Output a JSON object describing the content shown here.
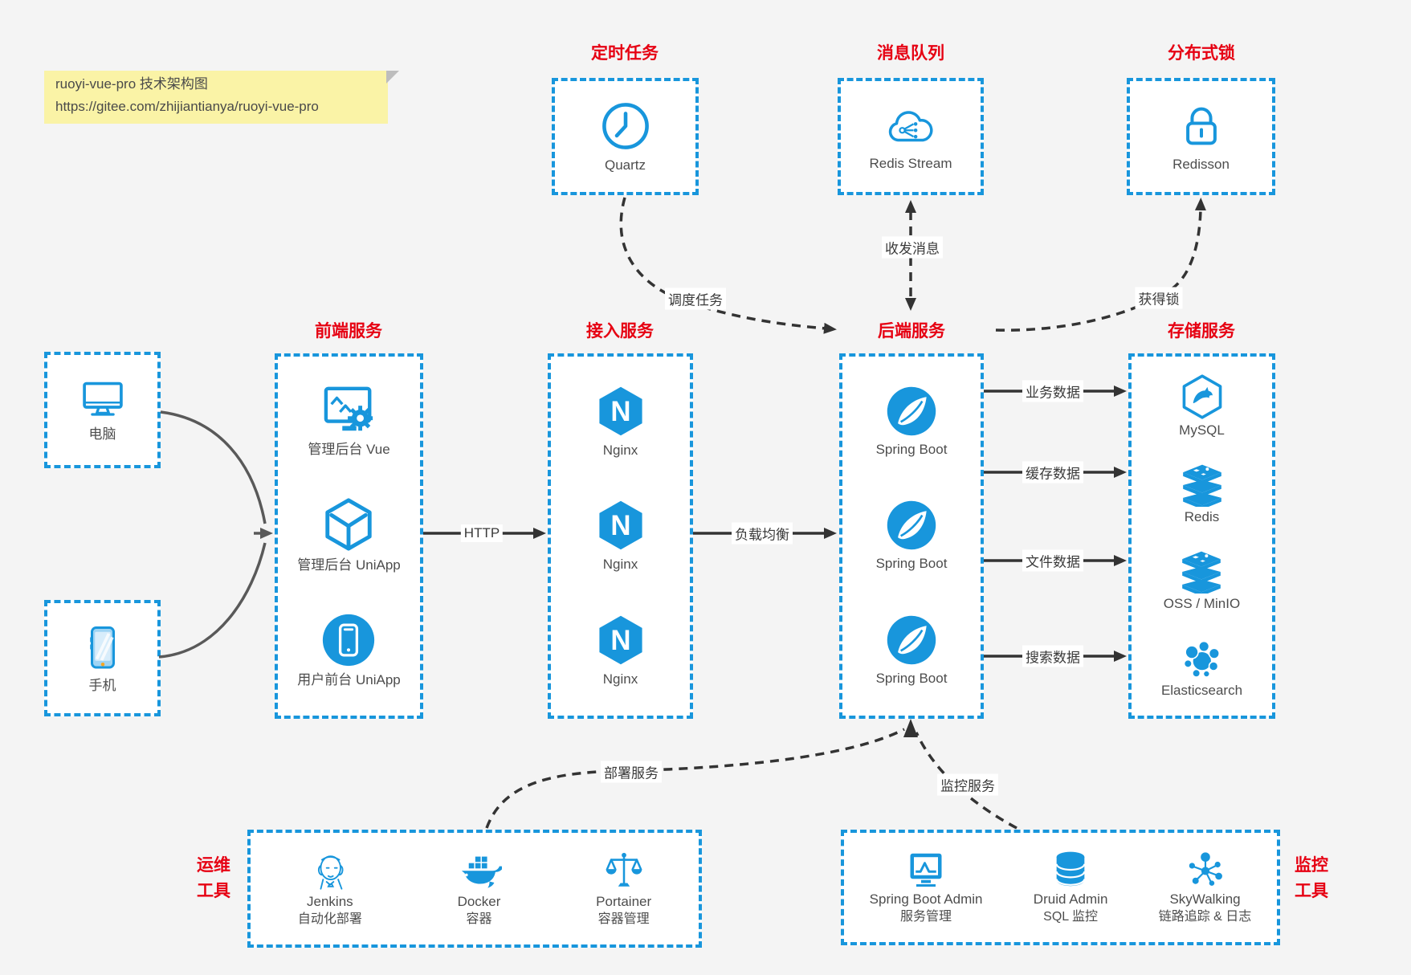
{
  "title_note": {
    "line1": "ruoyi-vue-pro 技术架构图",
    "line2": "https://gitee.com/zhijiantianya/ruoyi-vue-pro"
  },
  "colors": {
    "accent": "#1896dc",
    "title_red": "#e60012",
    "arrow_dark": "#333333",
    "client_arrow_gray": "#595959",
    "note_bg": "#faf3a6",
    "canvas_bg": "#f4f4f4",
    "box_bg": "#ffffff"
  },
  "groups": {
    "scheduler": {
      "title": "定时任务",
      "item": {
        "label": "Quartz",
        "icon": "clock-icon"
      }
    },
    "mq": {
      "title": "消息队列",
      "item": {
        "label": "Redis Stream",
        "icon": "cloud-stream-icon"
      }
    },
    "lock": {
      "title": "分布式锁",
      "item": {
        "label": "Redisson",
        "icon": "lock-icon"
      }
    },
    "clients": {
      "computer_label": "电脑",
      "phone_label": "手机"
    },
    "frontend": {
      "title": "前端服务",
      "items": [
        {
          "label": "管理后台 Vue",
          "icon": "admin-vue-monitor-gear-icon"
        },
        {
          "label": "管理后台 UniApp",
          "icon": "uniapp-cube-icon"
        },
        {
          "label": "用户前台 UniApp",
          "icon": "uniapp-phone-circle-icon"
        }
      ]
    },
    "gateway": {
      "title": "接入服务",
      "items": [
        {
          "label": "Nginx",
          "icon": "nginx-hexagon-icon"
        },
        {
          "label": "Nginx",
          "icon": "nginx-hexagon-icon"
        },
        {
          "label": "Nginx",
          "icon": "nginx-hexagon-icon"
        }
      ]
    },
    "backend": {
      "title": "后端服务",
      "items": [
        {
          "label": "Spring Boot",
          "icon": "spring-leaf-icon"
        },
        {
          "label": "Spring Boot",
          "icon": "spring-leaf-icon"
        },
        {
          "label": "Spring Boot",
          "icon": "spring-leaf-icon"
        }
      ]
    },
    "storage": {
      "title": "存储服务",
      "items": [
        {
          "label": "MySQL",
          "icon": "mysql-dolphin-hexagon-icon"
        },
        {
          "label": "Redis",
          "icon": "redis-stack-icon"
        },
        {
          "label": "OSS / MinIO",
          "icon": "oss-stack-icon"
        },
        {
          "label": "Elasticsearch",
          "icon": "elasticsearch-cluster-icon"
        }
      ]
    },
    "devops": {
      "title_line1": "运维",
      "title_line2": "工具",
      "items": [
        {
          "name": "Jenkins",
          "desc": "自动化部署",
          "icon": "jenkins-butler-icon"
        },
        {
          "name": "Docker",
          "desc": "容器",
          "icon": "docker-whale-icon"
        },
        {
          "name": "Portainer",
          "desc": "容器管理",
          "icon": "portainer-scales-icon"
        }
      ]
    },
    "monitoring": {
      "title_line1": "监控",
      "title_line2": "工具",
      "items": [
        {
          "name": "Spring Boot Admin",
          "desc": "服务管理",
          "icon": "monitor-pulse-icon"
        },
        {
          "name": "Druid Admin",
          "desc": "SQL 监控",
          "icon": "database-cylinder-icon"
        },
        {
          "name": "SkyWalking",
          "desc": "链路追踪 & 日志",
          "icon": "topology-icon"
        }
      ]
    }
  },
  "edges": {
    "http": "HTTP",
    "load_balance": "负载均衡",
    "business_data": "业务数据",
    "cache_data": "缓存数据",
    "file_data": "文件数据",
    "search_data": "搜索数据",
    "schedule_task": "调度任务",
    "send_receive_message": "收发消息",
    "acquire_lock": "获得锁",
    "deploy_service": "部署服务",
    "monitor_service": "监控服务"
  }
}
